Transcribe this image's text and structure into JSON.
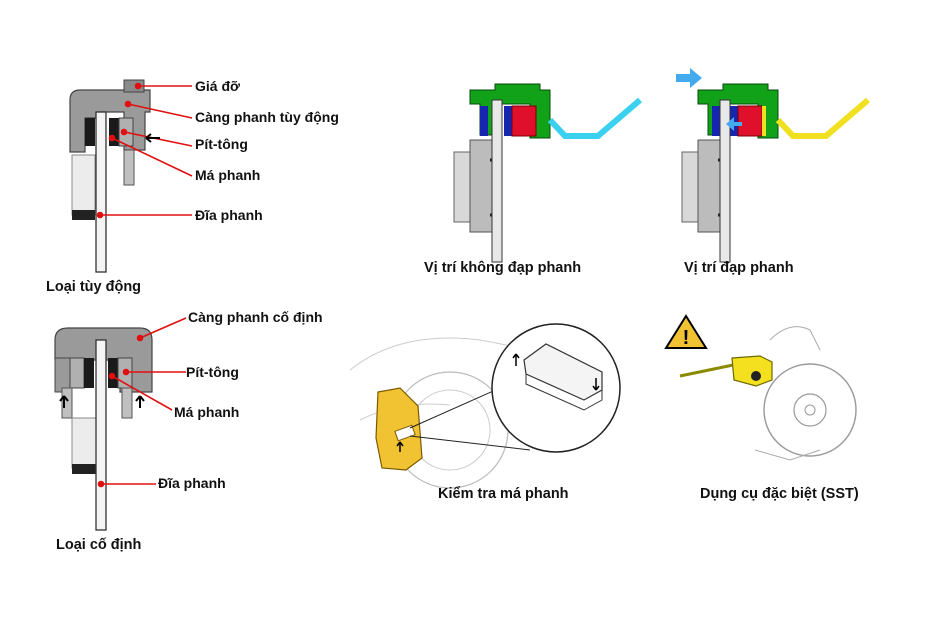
{
  "floating": {
    "caption": "Loại tùy động",
    "labels": {
      "bracket": "Giá đỡ",
      "caliper": "Càng phanh tùy động",
      "piston": "Pít-tông",
      "pad": "Má phanh",
      "disc": "Đĩa phanh"
    }
  },
  "fixed": {
    "caption": "Loại cố định",
    "labels": {
      "caliper": "Càng phanh cố định",
      "piston": "Pít-tông",
      "pad": "Má phanh",
      "disc": "Đĩa phanh"
    }
  },
  "released": {
    "caption": "Vị trí không đạp phanh"
  },
  "pressed": {
    "caption": "Vị trí đạp phanh"
  },
  "inspect": {
    "caption": "Kiểm tra má phanh"
  },
  "sst": {
    "caption": "Dụng cụ đặc biệt (SST)"
  },
  "colors": {
    "caliper_green": "#11a21a",
    "piston_red": "#e0102c",
    "pad_blue": "#1626b0",
    "fluid_cyan": "#3ad0f0",
    "fluid_yellow": "#f0e020",
    "arrow_blue": "#44aaee",
    "leader_red": "#e01010",
    "gray_body": "#9a9a9a"
  }
}
